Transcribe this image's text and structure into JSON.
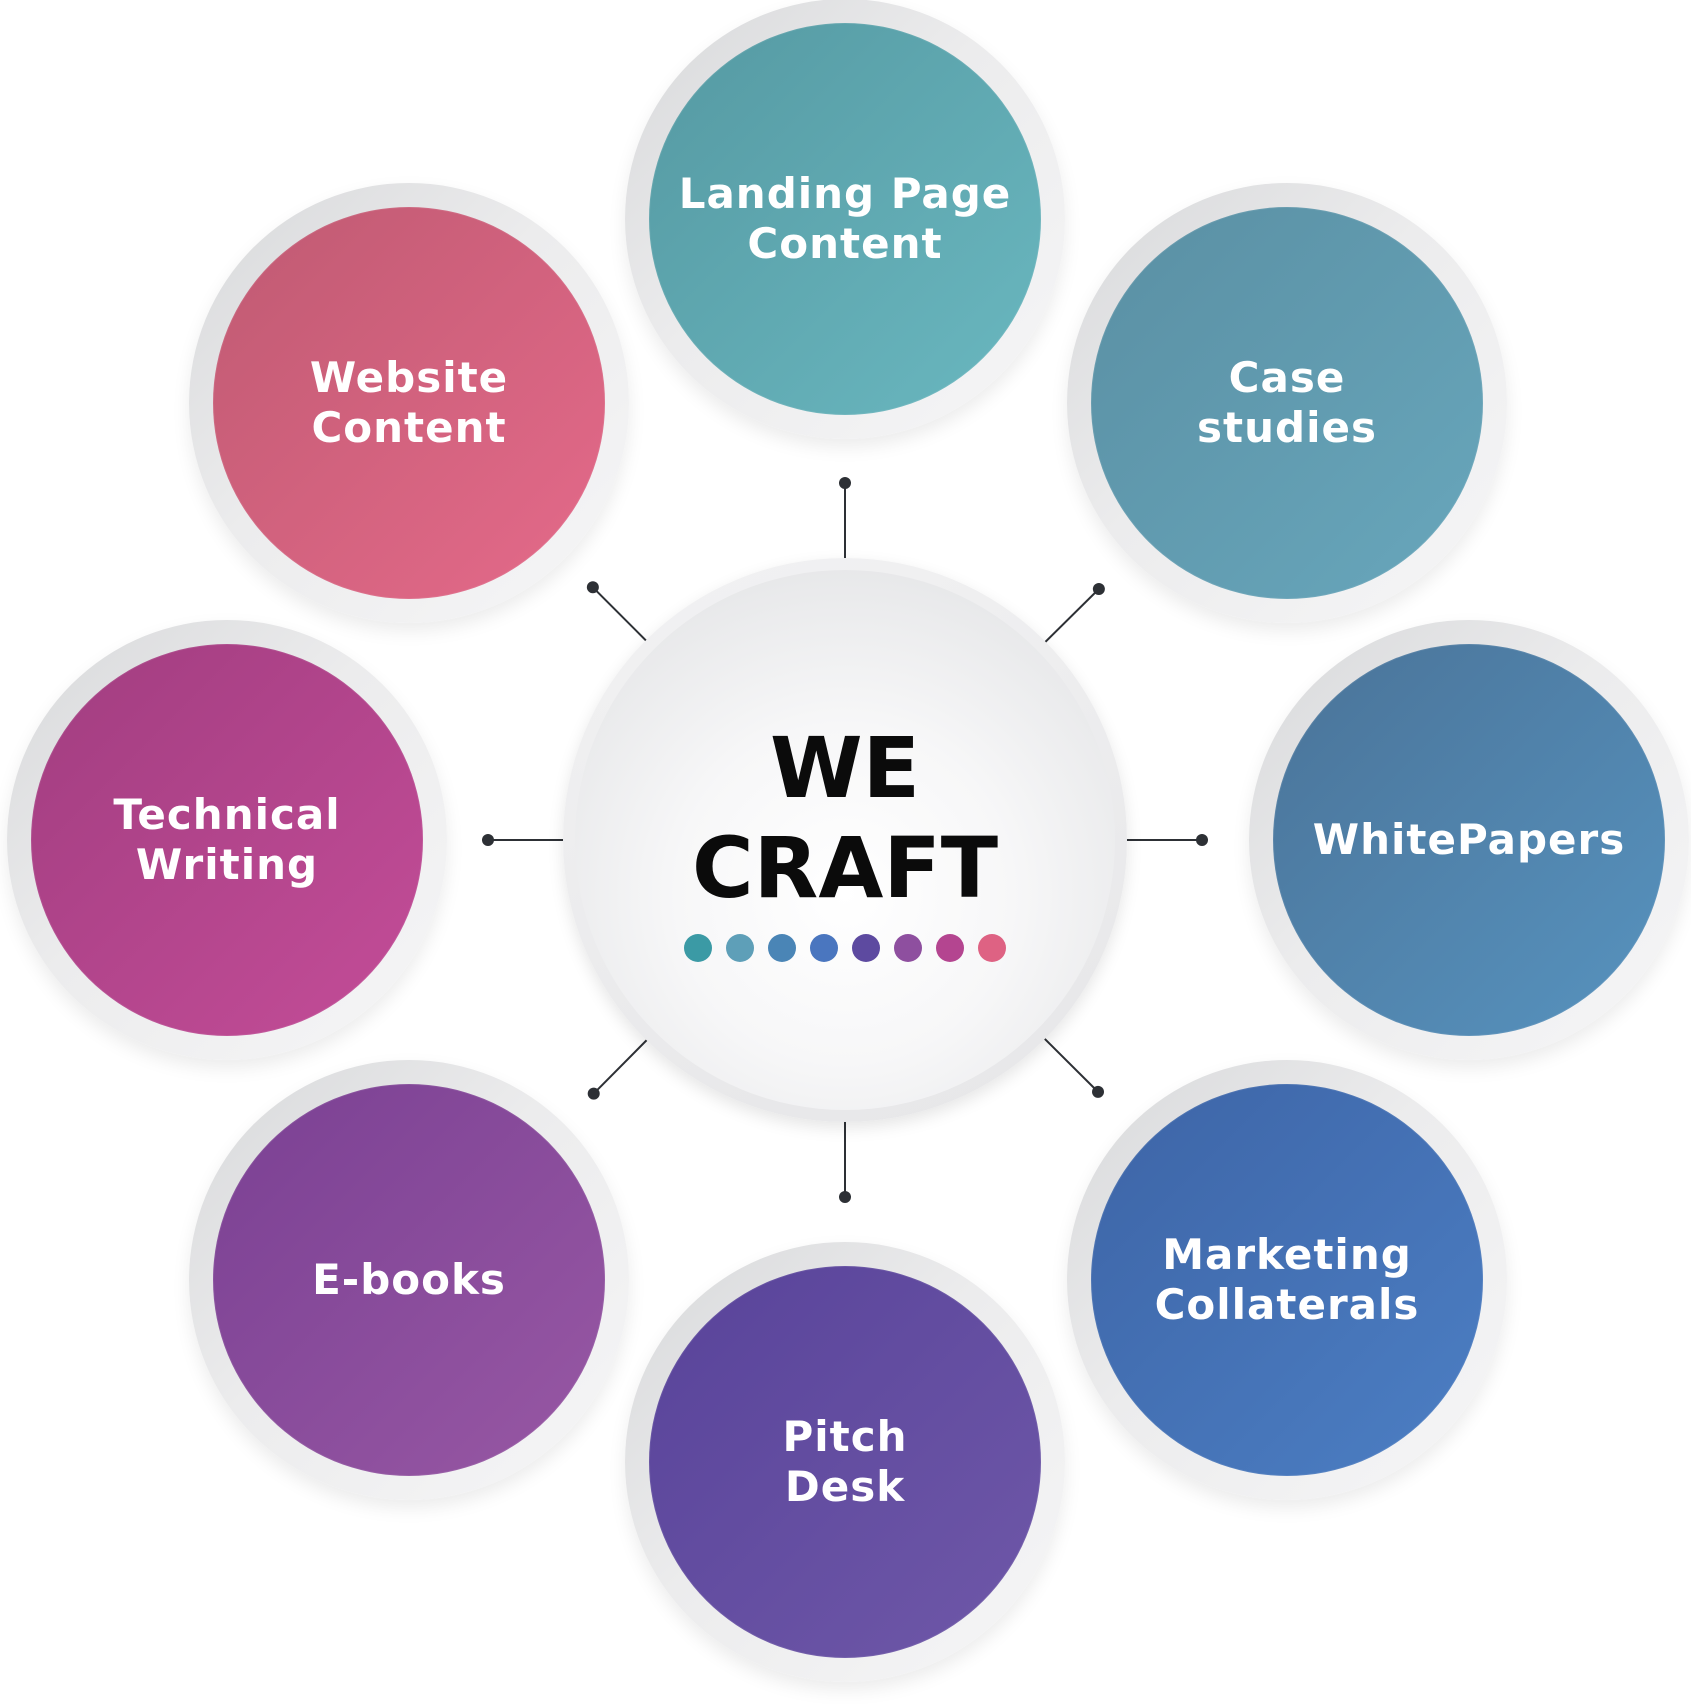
{
  "center": {
    "line1": "WE",
    "line2": "CRAFT",
    "dot_colors": [
      "#3b9aa5",
      "#5e9fb8",
      "#4a85b6",
      "#4a76bf",
      "#5d4aa0",
      "#8e4f9f",
      "#b44590",
      "#de6283"
    ]
  },
  "items": [
    {
      "id": "landing-page-content",
      "label": "Landing Page\nContent",
      "color_a": "#5599a2",
      "color_b": "#6ab8c0"
    },
    {
      "id": "case-studies",
      "label": "Case\nstudies",
      "color_a": "#5a8fa3",
      "color_b": "#68a7bc"
    },
    {
      "id": "whitepapers",
      "label": "WhitePapers",
      "color_a": "#4a7398",
      "color_b": "#5793bf"
    },
    {
      "id": "marketing-collaterals",
      "label": "Marketing\nCollaterals",
      "color_a": "#3d64a6",
      "color_b": "#4c7fc4"
    },
    {
      "id": "pitch-desk",
      "label": "Pitch\nDesk",
      "color_a": "#58439a",
      "color_b": "#6f58a8"
    },
    {
      "id": "e-books",
      "label": "E-books",
      "color_a": "#7a4093",
      "color_b": "#9858a4"
    },
    {
      "id": "technical-writing",
      "label": "Technical\nWriting",
      "color_a": "#a13d80",
      "color_b": "#c44d98"
    },
    {
      "id": "website-content",
      "label": "Website\nContent",
      "color_a": "#bf5a72",
      "color_b": "#e56a8a"
    }
  ]
}
